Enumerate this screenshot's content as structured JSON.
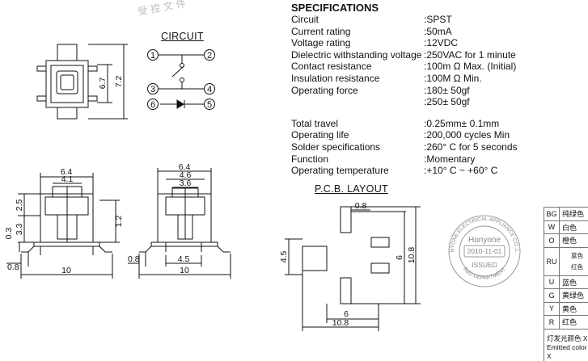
{
  "watermark": "受控文件",
  "specifications": {
    "title": "SPECIFICATIONS",
    "rows": [
      {
        "key": "Circuit",
        "value": ":SPST"
      },
      {
        "key": "Current rating",
        "value": ":50mA"
      },
      {
        "key": "Voltage rating",
        "value": ":12VDC"
      },
      {
        "key": "Dielectric withstanding voltage",
        "value": ":250VAC for 1 minute"
      },
      {
        "key": "Contact resistance",
        "value": ":100m Ω   Max. (Initial)"
      },
      {
        "key": "Insulation resistance",
        "value": ":100M Ω   Min."
      },
      {
        "key": "Operating force",
        "value": ":180± 50gf"
      },
      {
        "key": "",
        "value": ":250± 50gf"
      },
      {
        "key": "Total travel",
        "value": ":0.25mm± 0.1mm"
      },
      {
        "key": "Operating life",
        "value": ":200,000 cycles Min"
      },
      {
        "key": "Solder specifications",
        "value": ":260° C for 5 seconds"
      },
      {
        "key": "Function",
        "value": ":Momentary"
      },
      {
        "key": "Operating temperature",
        "value": ":+10° C ~ +60° C"
      }
    ]
  },
  "circuit": {
    "title": "CIRCUIT",
    "pins": [
      "1",
      "2",
      "3",
      "4",
      "6",
      "5"
    ]
  },
  "top_view": {
    "dims": [
      "6.7",
      "7.2"
    ]
  },
  "front_view": {
    "dims": [
      "6.4",
      "4.1",
      "2.5",
      "3.3",
      "0.3",
      "1.2",
      "0.8",
      "10"
    ]
  },
  "side_view": {
    "dims": [
      "6.4",
      "4.6",
      "3.6",
      "0.8",
      "4.5",
      "10"
    ]
  },
  "pcb_layout": {
    "title": "P.C.B. LAYOUT",
    "dims": [
      "0.8",
      "4.5",
      "6",
      "10.8",
      "6",
      "10.8"
    ]
  },
  "stamp": {
    "ring_text": "HONYONE ELECTRICAL APPLIANCE CO.,LTD.",
    "bottom_text": "R&D DEPARTMENT",
    "brand": "Honyone",
    "date": "2010-11-01",
    "issued": "ISSUED"
  },
  "color_table": {
    "rows": [
      {
        "code": "BG",
        "name": "纯绿色"
      },
      {
        "code": "W",
        "name": "白色"
      },
      {
        "code": "O",
        "name": "橙色"
      },
      {
        "code": "RU",
        "name1": "蓝色",
        "name2": "红色"
      },
      {
        "code": "U",
        "name": "蓝色"
      },
      {
        "code": "G",
        "name": "黄绿色"
      },
      {
        "code": "Y",
        "name": "黄色"
      },
      {
        "code": "R",
        "name": "红色"
      }
    ],
    "footer_cn": "灯发光颜色 X",
    "footer_en": "Emitted color X"
  }
}
